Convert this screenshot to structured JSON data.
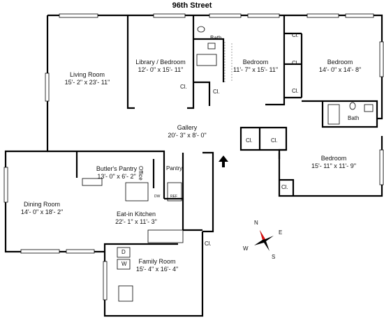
{
  "street": "96th Street",
  "rooms": {
    "living": {
      "name": "Living Room",
      "dims": "15'- 2\" x 23'- 11\""
    },
    "library": {
      "name": "Library / Bedroom",
      "dims": "12'- 0\" x 15'- 11\""
    },
    "bedroom1": {
      "name": "Bedroom",
      "dims": "11'- 7\" x 15'- 11\""
    },
    "bedroom2": {
      "name": "Bedroom",
      "dims": "14'- 0\" x 14'- 8\""
    },
    "bedroom3": {
      "name": "Bedroom",
      "dims": "15'- 11\" x 11'- 9\""
    },
    "gallery": {
      "name": "Gallery",
      "dims": "20'- 3\" x 8'- 0\""
    },
    "dining": {
      "name": "Dining Room",
      "dims": "14'- 0\" x 18'- 2\""
    },
    "butlers": {
      "name": "Butler's Pantry",
      "dims": "13'- 0\" x 6'- 2\""
    },
    "kitchen": {
      "name": "Eat-in Kitchen",
      "dims": "22'- 1\" x 11'- 3\""
    },
    "family": {
      "name": "Family Room",
      "dims": "15'- 4\" x 16'- 4\""
    }
  },
  "labels": {
    "bath": "Bath",
    "closet": "Cl.",
    "pantry": "Pantry",
    "office": "Office",
    "dw": "DW",
    "ref": "REF",
    "dryer": "D",
    "washer": "W"
  },
  "compass": {
    "n": "N",
    "e": "E",
    "s": "S",
    "w": "W"
  }
}
